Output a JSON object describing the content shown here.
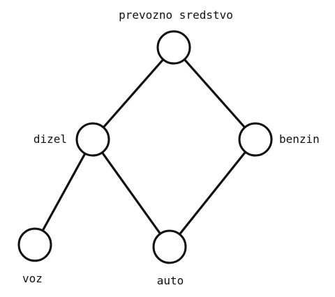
{
  "diagram": {
    "nodes": [
      {
        "id": "prevozno-sredstvo",
        "label": "prevozno sredstvo"
      },
      {
        "id": "dizel",
        "label": "dizel"
      },
      {
        "id": "benzin",
        "label": "benzin"
      },
      {
        "id": "voz",
        "label": "voz"
      },
      {
        "id": "auto",
        "label": "auto"
      }
    ],
    "edges": [
      {
        "from": "prevozno-sredstvo",
        "to": "dizel"
      },
      {
        "from": "prevozno-sredstvo",
        "to": "benzin"
      },
      {
        "from": "dizel",
        "to": "voz"
      },
      {
        "from": "dizel",
        "to": "auto"
      },
      {
        "from": "benzin",
        "to": "auto"
      }
    ],
    "colors": {
      "stroke": "#111111",
      "node_fill": "#ffffff",
      "background": "#ffffff"
    }
  }
}
